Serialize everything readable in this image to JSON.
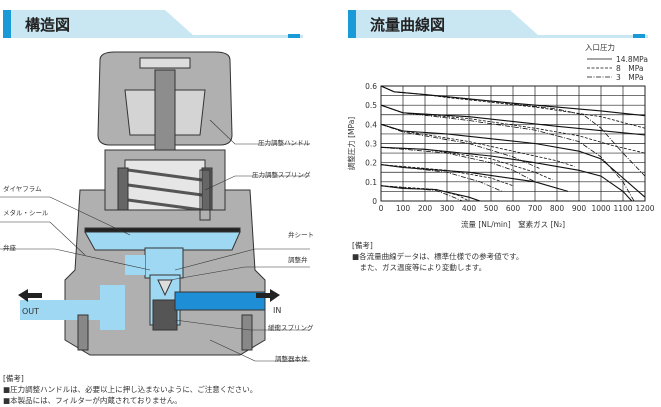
{
  "left_section": {
    "title": "構造図",
    "labels": {
      "handle": "圧力調整ハンドル",
      "spring": "圧力調整スプリング",
      "diaphragm": "ダイヤフラム",
      "metal_seal": "メタル・シール",
      "valve_seat": "弁座",
      "seat": "弁シート",
      "valve": "調整弁",
      "buffer_spring": "緩衝スプリング",
      "body": "調整器本体",
      "out": "OUT",
      "in": "IN"
    },
    "notes_heading": "[備考]",
    "notes": [
      "■圧力調整ハンドルは、必要以上に押し込まないように、ご注意ください。",
      "■本製品には、フィルターが内蔵されておりません。"
    ]
  },
  "right_section": {
    "title": "流量曲線図",
    "notes_heading": "[備考]",
    "notes": [
      "■各流量曲線データは、標準仕様での参考値です。",
      "　また、ガス温度等により変動します。"
    ]
  },
  "colors": {
    "accent": "#1a9ad6",
    "header_bg": "#c9e7f3",
    "fluid": "#9fd8f2",
    "fluid_dark": "#1e8fd6",
    "metal": "#b0b0b0"
  },
  "chart_data": {
    "type": "line",
    "title": "流量曲線図",
    "xlabel": "流量 [NL/min]　窒素ガス [N₂]",
    "ylabel": "調整圧力 [MPa]",
    "xlim": [
      0,
      1200
    ],
    "ylim": [
      0,
      0.6
    ],
    "xticks": [
      "0",
      "100",
      "200",
      "300",
      "400",
      "500",
      "600",
      "700",
      "800",
      "900",
      "1000",
      "1100",
      "1200"
    ],
    "yticks": [
      "0",
      "0.1",
      "0.2",
      "0.3",
      "0.4",
      "0.5",
      "0.6"
    ],
    "grid": true,
    "legend": {
      "title": "入口圧力",
      "placement": "top-right",
      "entries": [
        {
          "label": "14.8MPa",
          "style": "solid"
        },
        {
          "label": "8　MPa",
          "style": "dashed"
        },
        {
          "label": "3　MPa",
          "style": "dashdot"
        }
      ]
    },
    "series": [
      {
        "set": 0.6,
        "inlet": "14.8MPa",
        "style": "solid",
        "points": [
          [
            0,
            0.6
          ],
          [
            60,
            0.57
          ],
          [
            200,
            0.555
          ],
          [
            600,
            0.51
          ],
          [
            1000,
            0.47
          ],
          [
            1200,
            0.445
          ]
        ]
      },
      {
        "set": 0.6,
        "inlet": "8MPa",
        "style": "dashed",
        "points": [
          [
            0,
            0.6
          ],
          [
            60,
            0.57
          ],
          [
            200,
            0.555
          ],
          [
            300,
            0.54
          ],
          [
            700,
            0.49
          ],
          [
            1000,
            0.44
          ],
          [
            1200,
            0.38
          ]
        ]
      },
      {
        "set": 0.6,
        "inlet": "3MPa",
        "style": "dashdot",
        "points": [
          [
            0,
            0.6
          ],
          [
            60,
            0.57
          ],
          [
            200,
            0.555
          ],
          [
            500,
            0.52
          ],
          [
            800,
            0.48
          ],
          [
            920,
            0.45
          ],
          [
            1000,
            0.38
          ],
          [
            1100,
            0.25
          ],
          [
            1200,
            0.13
          ]
        ]
      },
      {
        "set": 0.5,
        "inlet": "14.8MPa",
        "style": "solid",
        "points": [
          [
            0,
            0.5
          ],
          [
            100,
            0.46
          ],
          [
            400,
            0.44
          ],
          [
            800,
            0.39
          ],
          [
            1200,
            0.345
          ]
        ]
      },
      {
        "set": 0.5,
        "inlet": "8MPa",
        "style": "dashed",
        "points": [
          [
            0,
            0.5
          ],
          [
            100,
            0.46
          ],
          [
            400,
            0.43
          ],
          [
            700,
            0.38
          ],
          [
            900,
            0.34
          ],
          [
            1050,
            0.29
          ],
          [
            1200,
            0.25
          ]
        ]
      },
      {
        "set": 0.5,
        "inlet": "3MPa",
        "style": "dashdot",
        "points": [
          [
            0,
            0.5
          ],
          [
            100,
            0.46
          ],
          [
            400,
            0.42
          ],
          [
            700,
            0.37
          ],
          [
            900,
            0.31
          ],
          [
            1000,
            0.23
          ],
          [
            1100,
            0.1
          ],
          [
            1150,
            0
          ]
        ]
      },
      {
        "set": 0.4,
        "inlet": "14.8MPa",
        "style": "solid",
        "points": [
          [
            0,
            0.4
          ],
          [
            100,
            0.365
          ],
          [
            300,
            0.35
          ],
          [
            700,
            0.3
          ],
          [
            900,
            0.26
          ],
          [
            1000,
            0.22
          ],
          [
            1100,
            0.12
          ],
          [
            1200,
            0.02
          ]
        ]
      },
      {
        "set": 0.4,
        "inlet": "8MPa",
        "style": "dashed",
        "points": [
          [
            0,
            0.4
          ],
          [
            100,
            0.365
          ],
          [
            400,
            0.31
          ],
          [
            600,
            0.26
          ],
          [
            800,
            0.21
          ],
          [
            880,
            0.18
          ]
        ]
      },
      {
        "set": 0.4,
        "inlet": "3MPa",
        "style": "dashdot",
        "points": [
          [
            0,
            0.4
          ],
          [
            100,
            0.36
          ],
          [
            400,
            0.3
          ],
          [
            600,
            0.23
          ],
          [
            720,
            0.17
          ]
        ]
      },
      {
        "set": 0.3,
        "inlet": "14.8MPa",
        "style": "solid",
        "points": [
          [
            0,
            0.28
          ],
          [
            200,
            0.27
          ],
          [
            500,
            0.235
          ],
          [
            700,
            0.2
          ],
          [
            900,
            0.16
          ],
          [
            1000,
            0.13
          ],
          [
            1100,
            0.05
          ],
          [
            1140,
            0
          ]
        ]
      },
      {
        "set": 0.3,
        "inlet": "8MPa",
        "style": "dashed",
        "points": [
          [
            0,
            0.28
          ],
          [
            200,
            0.27
          ],
          [
            500,
            0.22
          ],
          [
            700,
            0.15
          ],
          [
            780,
            0.11
          ]
        ]
      },
      {
        "set": 0.3,
        "inlet": "3MPa",
        "style": "dashdot",
        "points": [
          [
            0,
            0.28
          ],
          [
            300,
            0.25
          ],
          [
            500,
            0.2
          ],
          [
            600,
            0.16
          ],
          [
            700,
            0.1
          ]
        ]
      },
      {
        "set": 0.2,
        "inlet": "14.8MPa",
        "style": "solid",
        "points": [
          [
            0,
            0.19
          ],
          [
            100,
            0.175
          ],
          [
            400,
            0.15
          ],
          [
            700,
            0.1
          ],
          [
            850,
            0.05
          ]
        ]
      },
      {
        "set": 0.2,
        "inlet": "8MPa",
        "style": "dashed",
        "points": [
          [
            0,
            0.19
          ],
          [
            300,
            0.16
          ],
          [
            500,
            0.12
          ],
          [
            600,
            0.08
          ]
        ]
      },
      {
        "set": 0.2,
        "inlet": "3MPa",
        "style": "dashdot",
        "points": [
          [
            0,
            0.19
          ],
          [
            300,
            0.15
          ],
          [
            450,
            0.1
          ],
          [
            550,
            0.05
          ]
        ]
      },
      {
        "set": 0.1,
        "inlet": "14.8MPa",
        "style": "solid",
        "points": [
          [
            0,
            0.08
          ],
          [
            100,
            0.065
          ],
          [
            250,
            0.06
          ],
          [
            400,
            0.02
          ],
          [
            450,
            0
          ]
        ]
      },
      {
        "set": 0.1,
        "inlet": "8MPa",
        "style": "dashed",
        "points": [
          [
            0,
            0.08
          ],
          [
            250,
            0.06
          ],
          [
            350,
            0.03
          ],
          [
            400,
            0
          ]
        ]
      },
      {
        "set": 0.1,
        "inlet": "3MPa",
        "style": "dashdot",
        "points": [
          [
            0,
            0.08
          ],
          [
            250,
            0.055
          ],
          [
            330,
            0.02
          ],
          [
            370,
            0
          ]
        ]
      }
    ]
  }
}
